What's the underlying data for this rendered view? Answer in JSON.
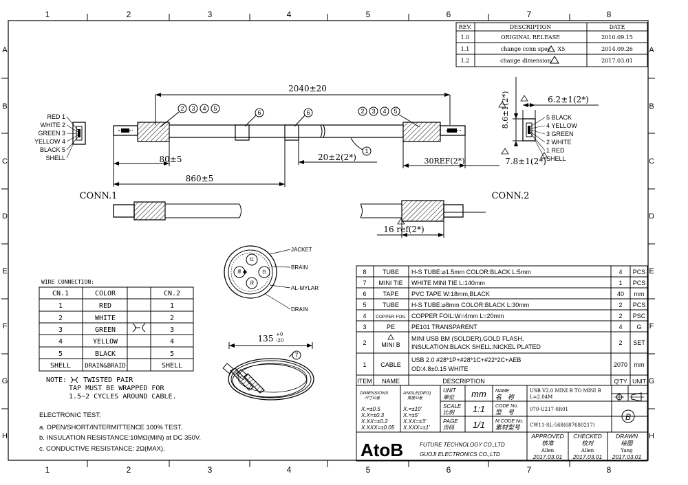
{
  "frame": {
    "cols_top": [
      "1",
      "2",
      "3",
      "4",
      "5",
      "6",
      "7",
      "8"
    ],
    "cols_bottom": [
      "1",
      "2",
      "3",
      "4",
      "5",
      "6",
      "7",
      "8"
    ],
    "rows": [
      "A",
      "B",
      "C",
      "D",
      "E",
      "F",
      "G",
      "H"
    ]
  },
  "revisions": {
    "headers": [
      "REV.",
      "DESCRIPTION",
      "DATE"
    ],
    "rows": [
      {
        "rev": "1.0",
        "desc": "ORIGINAL RELEASE",
        "date": "2010.09.15"
      },
      {
        "rev": "1.1",
        "desc": "change conn spec",
        "suffix": "X5",
        "date": "2014.09.26"
      },
      {
        "rev": "1.2",
        "desc": "change dimension",
        "suffix": "",
        "date": "2017.03.01"
      }
    ]
  },
  "drawing": {
    "total_length": "2040±20",
    "dim_80": "80±5",
    "dim_860": "860±5",
    "dim_20": "20±2(2*)",
    "dim_30ref": "30REF(2*)",
    "dim_78": "7.8±1(2*)",
    "dim_62": "6.2±1(2*)",
    "dim_86": "8.6±1(2*)",
    "dim_16ref": "16 ref(2*)",
    "conn1": "CONN.1",
    "conn2": "CONN.2",
    "conn1_pins": [
      "RED 1",
      "WHITE 2",
      "GREEN 3",
      "YELLOW 4",
      "BLACK 5",
      "SHELL"
    ],
    "conn2_pins": [
      "5 BLACK",
      "4 YELLOW",
      "3 GREEN",
      "2 WHITE",
      "1 RED",
      "SHELL"
    ],
    "balloons_left": [
      "2",
      "3",
      "4",
      "5"
    ],
    "balloons_right": [
      "2",
      "3",
      "4",
      "5"
    ],
    "balloon_6": "6",
    "balloon_1": "1",
    "balloon_7": "7",
    "coil_dim": "135",
    "coil_dim_sup": "+0",
    "coil_dim_sub": "-20"
  },
  "cross_section": {
    "labels": [
      "JACKET",
      "BRAIN",
      "AL-MYLAR",
      "DRAIN"
    ],
    "cores": [
      "红",
      "白",
      "绿",
      "黑"
    ]
  },
  "wiring": {
    "caption": "WIRE CONNECTION:",
    "headers": [
      "CN.1",
      "COLOR",
      "CN.2"
    ],
    "rows": [
      [
        "1",
        "RED",
        "1"
      ],
      [
        "2",
        "WHITE",
        "2"
      ],
      [
        "3",
        "GREEN",
        "3"
      ],
      [
        "4",
        "YELLOW",
        "4"
      ],
      [
        "5",
        "BLACK",
        "5"
      ],
      [
        "SHELL",
        "DRAIN&BRAID",
        "SHELL"
      ]
    ],
    "note1": "NOTE:",
    "note1b": "TWISTED PAIR",
    "note2": "TAP MUST BE WRAPPED FOR",
    "note3": "1.5~2 CYCLES AROUND CABLE."
  },
  "electronic_test": {
    "title": "ELECTRONIC TEST:",
    "items": [
      "a. OPEN/SHORT/INTERMITTENCE 100% TEST.",
      "b. INSULATION RESISTANCE:10MΩ(MIN) at DC 350V.",
      "c. CONDUCTIVE RESISTANCE: 2Ω(MAX)."
    ]
  },
  "bom": {
    "rows": [
      {
        "item": "8",
        "name": "TUBE",
        "desc": "H-S TUBE:⌀1.5mm COLOR:BLACK L:5mm",
        "qty": "4",
        "unit": "PCS"
      },
      {
        "item": "7",
        "name": "MINI TIE",
        "desc": "WHITE MINI TIE L:140mm",
        "qty": "1",
        "unit": "PCS"
      },
      {
        "item": "6",
        "name": "TAPE",
        "desc": "PVC TAPE W:18mm,BLACK",
        "qty": "40",
        "unit": "mm"
      },
      {
        "item": "5",
        "name": "TUBE",
        "desc": "H-S TUBE:⌀8mm COLOR:BLACK L:30mm",
        "qty": "2",
        "unit": "PCS"
      },
      {
        "item": "4",
        "name": "COPPER FOIL",
        "desc": "COPPER FOIL:W=4mm L=20mm",
        "qty": "2",
        "unit": "PSC"
      },
      {
        "item": "3",
        "name": "PE",
        "desc": "PE101 TRANSPARENT",
        "qty": "4",
        "unit": "G"
      },
      {
        "item": "2",
        "name": "MINI B",
        "desc": "MINI USB BM (SOLDER),GOLD FLASH,",
        "desc2": "INSULATION:BLACK SHELL:NICKEL PLATED",
        "qty": "2",
        "unit": "SET"
      },
      {
        "item": "1",
        "name": "CABLE",
        "desc": "USB 2.0 #28*1P+#28*1C+#22*2C+AEB",
        "desc2": "OD:4.8±0.15  WHITE",
        "qty": "2070",
        "unit": "mm"
      }
    ],
    "headers": {
      "item": "ITEM",
      "name": "NAME",
      "desc": "DESCRIPTION",
      "qty": "Q'TY",
      "unit": "UNIT"
    }
  },
  "title_block": {
    "dimensions": "DIMENSIONS",
    "dimensions_cn": "尺寸公差",
    "angle": "ANGLE(DEG)",
    "angle_cn": "角度公差",
    "tol_lin": [
      "X.=±0.5",
      "X.X=±0.3",
      "X.XX=±0.2",
      "X.XXX=±0.05"
    ],
    "tol_ang": [
      "X.=±10'",
      "X.=±5'",
      "X.XX=±3'",
      "X.XXX=±1'"
    ],
    "unit_label": "UNIT",
    "unit_cn": "单位",
    "unit_val": "mm",
    "scale_label": "SCALE",
    "scale_cn": "比例",
    "scale_val": "1:1",
    "page_label": "PAGE",
    "page_cn": "页码",
    "page_val": "1/1",
    "name_label": "NAME",
    "name_cn": "名　称",
    "name_val": "USB V2.0  MINI B TO MINI B",
    "name_val2": "L=2.04M",
    "code_label": "CODE No.",
    "code_cn": "型　号",
    "code_val": "070-U217-0R01",
    "mcode_label": "M CODE No.",
    "mcode_cn": "素材型号",
    "mcode_val": "CW11-SL-568(687680217)",
    "rev_mark": "B",
    "approved": "APPROVED",
    "approved_cn": "核准",
    "approved_by": "Allen",
    "approved_date": "2017.03.01",
    "checked": "CHECKED",
    "checked_cn": "校对",
    "checked_by": "Allen",
    "checked_date": "2017.03.01",
    "drawn": "DRAWN",
    "drawn_cn": "绘图",
    "drawn_by": "Yang",
    "drawn_date": "2017.03.01",
    "logo": "AtoB",
    "company1": "FUTURE TECHNOLOGY CO.,LTD",
    "company2": "GUOJI ELECTRONICS CO.,LTD"
  }
}
